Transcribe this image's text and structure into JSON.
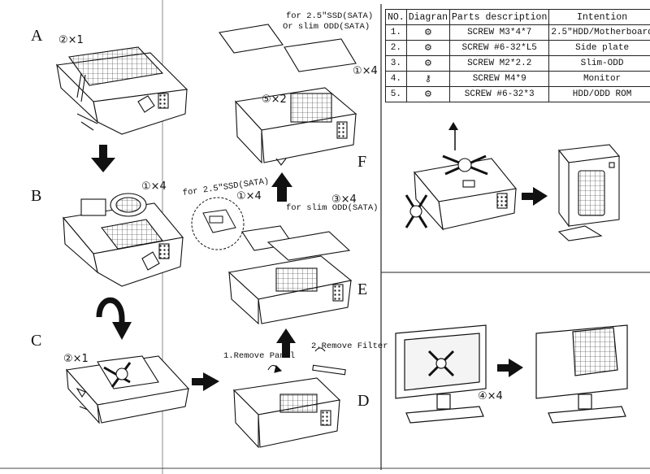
{
  "table": {
    "headers": [
      "NO.",
      "Diagran",
      "Parts description",
      "Intention"
    ],
    "rows": [
      {
        "no": "1.",
        "icon": "screw-m3-icon",
        "part": "SCREW M3*4*7",
        "use": "2.5\"HDD/Motherboard"
      },
      {
        "no": "2.",
        "icon": "screw-6-32-l5-icon",
        "part": "SCREW #6-32*L5",
        "use": "Side plate"
      },
      {
        "no": "3.",
        "icon": "screw-m2-icon",
        "part": "SCREW M2*2.2",
        "use": "Slim-ODD"
      },
      {
        "no": "4.",
        "icon": "screw-m4-icon",
        "part": "SCREW M4*9",
        "use": "Monitor"
      },
      {
        "no": "5.",
        "icon": "screw-6-32-3-icon",
        "part": "SCREW #6-32*3",
        "use": "HDD/ODD ROM"
      }
    ]
  },
  "steps": {
    "a": {
      "letter": "A",
      "count": "②×1"
    },
    "b": {
      "letter": "B",
      "count": "①×4"
    },
    "c": {
      "letter": "C",
      "count": "②×1"
    },
    "d": {
      "letter": "D",
      "remove_panel": "1.Remove Panel",
      "remove_filter": "2.Remove Filter"
    },
    "e": {
      "letter": "E",
      "ssd_note": "for 2.5\"SSD(SATA)",
      "ssd_count": "①×4",
      "odd_note": "for slim ODD(SATA)",
      "odd_count": "③×4"
    },
    "f": {
      "letter": "F",
      "note1": "for 2.5\"SSD(SATA)",
      "note2": "Or slim ODD(SATA)",
      "count_right": "①×4",
      "count_inner": "⑤×2"
    }
  },
  "monitor": {
    "count": "④×4"
  }
}
